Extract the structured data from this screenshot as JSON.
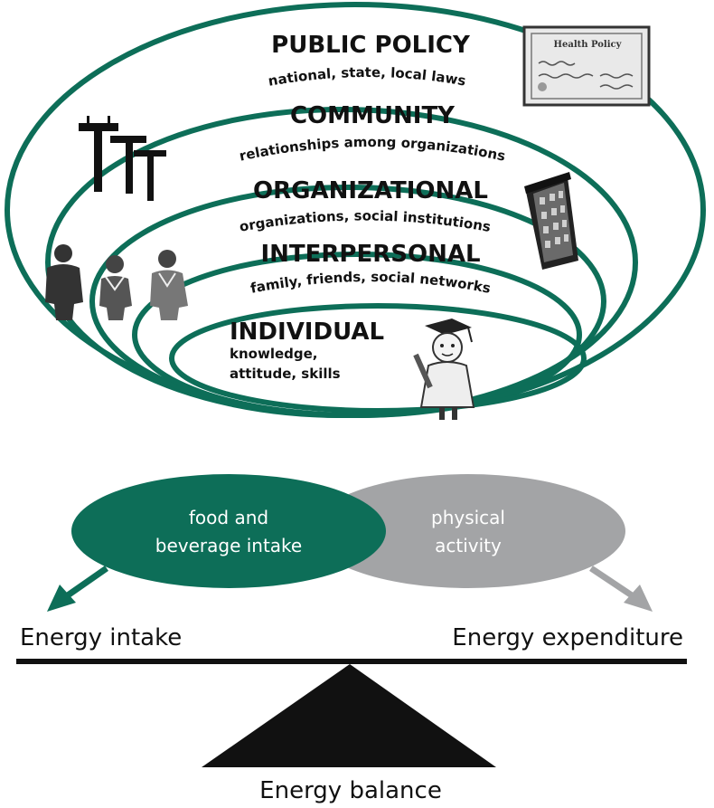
{
  "colors": {
    "ring": "#0d6e58",
    "food_ellipse": "#0d6e58",
    "activity_ellipse": "#a3a4a6",
    "activity_arrow": "#a3a4a6",
    "intake_arrow": "#0d6e58",
    "balance": "#111111"
  },
  "levels": [
    {
      "title": "PUBLIC POLICY",
      "subtitle": "national, state, local laws",
      "icon": "health-policy-document-icon"
    },
    {
      "title": "COMMUNITY",
      "subtitle": "relationships among organizations",
      "icon": "utility-poles-icon"
    },
    {
      "title": "ORGANIZATIONAL",
      "subtitle": "organizations, social institutions",
      "icon": "office-building-icon"
    },
    {
      "title": "INTERPERSONAL",
      "subtitle": "family, friends, social networks",
      "icon": "people-group-icon"
    },
    {
      "title": "INDIVIDUAL",
      "subtitle_lines": [
        "knowledge,",
        "attitude, skills"
      ],
      "icon": "graduate-person-icon"
    }
  ],
  "policy_doc_text": "Health Policy",
  "balance": {
    "food_line1": "food and",
    "food_line2": "beverage intake",
    "activity_line1": "physical",
    "activity_line2": "activity",
    "left_label": "Energy intake",
    "right_label": "Energy expenditure",
    "bottom_label": "Energy balance"
  }
}
